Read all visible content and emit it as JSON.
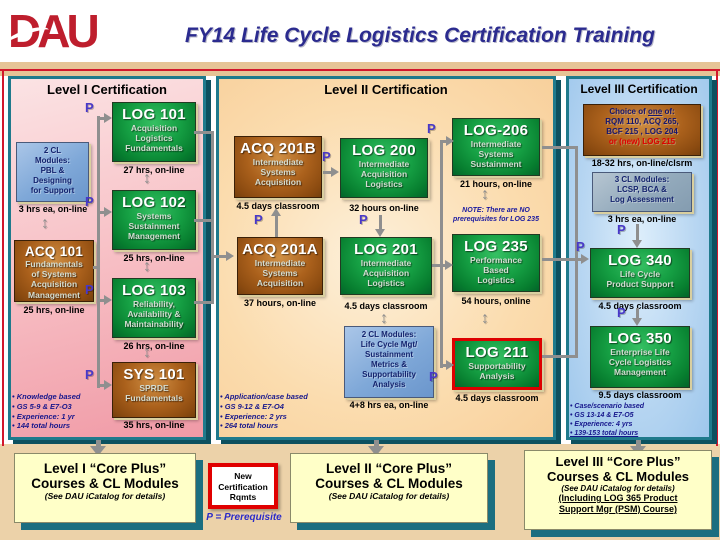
{
  "header": {
    "logo_text": "DAU",
    "title": "FY14 Life Cycle Logistics Certification Training"
  },
  "p_label": "P",
  "icons": {
    "updown": "↕",
    "star": "✱"
  },
  "level1": {
    "title": "Level I  Certification",
    "cl_box": {
      "text": "2 CL\nModules:\nPBL &\nDesigning\nfor Support",
      "caption": "3 hrs ea, on-line"
    },
    "acq101": {
      "code": "ACQ 101",
      "name": "Fundamentals\nof Systems\nAcquisition\nManagement",
      "caption": "25  hrs, on-line"
    },
    "log101": {
      "code": "LOG 101",
      "name": "Acquisition\nLogistics\nFundamentals",
      "caption": "27  hrs, on-line"
    },
    "log102": {
      "code": "LOG 102",
      "name": "Systems\nSustainment\nManagement",
      "caption": "25  hrs, on-line"
    },
    "log103": {
      "code": "LOG 103",
      "name": "Reliability,\nAvailability &\nMaintainability",
      "caption": "26  hrs, on-line"
    },
    "sys101": {
      "code": "SYS 101",
      "name": "SPRDE\nFundamentals",
      "caption": "35 hrs, on-line"
    },
    "notes": [
      "• Knowledge based",
      "• GS 5-9 &  E7-O3",
      "• Experience: 1 yr",
      "• 144 total hours"
    ]
  },
  "level2": {
    "title": "Level II Certification",
    "acq201b": {
      "code": "ACQ 201B",
      "name": "Intermediate\nSystems\nAcquisition",
      "caption": "4.5 days classroom"
    },
    "log200": {
      "code": "LOG 200",
      "name": "Intermediate\nAcquisition\nLogistics",
      "caption": "32 hours on-line"
    },
    "acq201a": {
      "code": "ACQ 201A",
      "name": "Intermediate\nSystems\nAcquisition",
      "caption": "37 hours, on-line"
    },
    "log201": {
      "code": "LOG 201",
      "name": "Intermediate\nAcquisition\nLogistics",
      "caption": "4.5 days classroom"
    },
    "cl_box": {
      "text": "2 CL Modules:\nLife Cycle Mgt/\nSustainment\nMetrics &\nSupportability\nAnalysis",
      "caption": "4+8 hrs ea, on-line"
    },
    "log206": {
      "code": "LOG-206",
      "name": "Intermediate\nSystems\nSustainment",
      "caption": "21 hours, on-line"
    },
    "note": "NOTE: There are NO\nprerequisites  for LOG 235",
    "log235": {
      "code": "LOG 235",
      "name": "Performance\nBased\nLogistics",
      "caption": "54 hours, online"
    },
    "log211": {
      "code": "LOG 211",
      "name": "Supportability\nAnalysis",
      "caption": "4.5 days classroom"
    },
    "notes": [
      "• Application/case based",
      "• GS 9-12 & E7-O4",
      "• Experience: 2 yrs",
      "• 264 total hours"
    ]
  },
  "level3": {
    "title": "Level III Certification",
    "choice": {
      "line1_pre": "Choice of ",
      "line1_u": "one",
      "line1_post": " of:",
      "line2": "RQM 110, ACQ 265,",
      "line3": "BCF 215 , LOG 204",
      "line4": "or (new) LOG 215",
      "caption": "18-32 hrs, on-line/clsrm"
    },
    "cl_box": {
      "text": "3 CL Modules:\nLCSP, BCA &\nLog Assessment",
      "caption": "3 hrs ea, on-line"
    },
    "log340": {
      "code": "LOG 340",
      "name": "Life Cycle\nProduct Support",
      "caption": "4.5 days classroom"
    },
    "log350": {
      "code": "LOG 350",
      "name": "Enterprise Life\nCycle Logistics\nManagement",
      "caption": "9.5 days classroom"
    },
    "notes": [
      "• Case/scenario based",
      "• GS 13-14 &  E7-O5",
      "• Experience: 4 yrs",
      "• 139-153 total hours"
    ]
  },
  "bottom": {
    "box1": {
      "title": "Level I “Core Plus”\nCourses & CL Modules",
      "note": "(See DAU iCatalog for details)"
    },
    "new_cert": "New\nCertification\nRqmts",
    "prereq": "P = Prerequisite",
    "box2": {
      "title": "Level II “Core Plus”\nCourses & CL Modules",
      "note": "(See DAU iCatalog for details)"
    },
    "box3": {
      "title": "Level III “Core Plus”\nCourses & CL Modules",
      "note": "(See DAU iCatalog for details)",
      "extra": "(Including LOG 365 Product\nSupport Mgr (PSM) Course)"
    }
  }
}
